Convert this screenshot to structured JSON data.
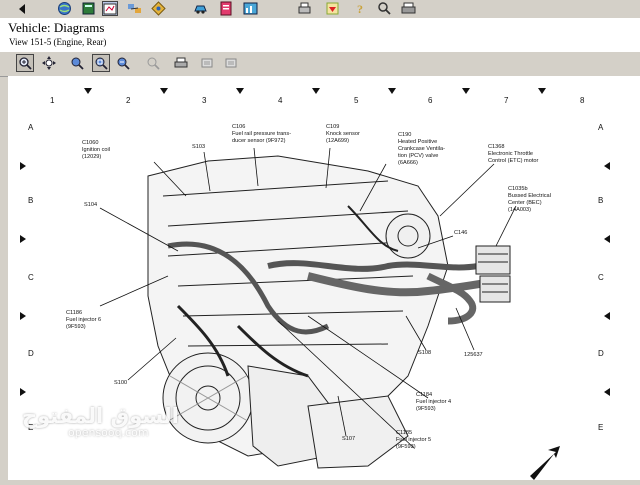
{
  "window": {
    "title": "Vehicle: Diagrams",
    "view_label": "View 151-5 (Engine, Rear)"
  },
  "toolbar_top": {
    "icons": [
      "back-arrow-icon",
      "globe-icon",
      "book-icon",
      "diagram-icon",
      "network-icon",
      "diamond-icon",
      "car-icon",
      "document-icon",
      "print-icon",
      "info-icon",
      "magnifier-icon",
      "printer-icon"
    ]
  },
  "view_toolbar": {
    "icons": [
      "zoom-in-icon",
      "pan-icon",
      "zoom-area-icon",
      "zoom-fit-icon",
      "zoom-out-icon",
      "zoom-disabled-icon",
      "print-icon",
      "copy-icon",
      "copy-alt-icon"
    ]
  },
  "diagram": {
    "grid_columns": [
      "1",
      "2",
      "3",
      "4",
      "5",
      "6",
      "7",
      "8"
    ],
    "grid_rows": [
      "A",
      "B",
      "C",
      "D",
      "E"
    ],
    "callouts": [
      {
        "id": "c1060",
        "lines": [
          "C1060",
          "Ignition coil",
          "(12029)"
        ]
      },
      {
        "id": "s103",
        "lines": [
          "S103"
        ]
      },
      {
        "id": "c106",
        "lines": [
          "C106",
          "Fuel rail pressure trans-",
          "ducer sensor (9F972)"
        ]
      },
      {
        "id": "c109",
        "lines": [
          "C109",
          "Knock sensor",
          "(12A699)"
        ]
      },
      {
        "id": "c190",
        "lines": [
          "C190",
          "Heated Positive",
          "Crankcase Ventila-",
          "tion (PCV) valve",
          "(6A666)"
        ]
      },
      {
        "id": "c1368",
        "lines": [
          "C1368",
          "Electronic Throttle",
          "Control (ETC) motor"
        ]
      },
      {
        "id": "s104",
        "lines": [
          "S104"
        ]
      },
      {
        "id": "c1035b",
        "lines": [
          "C1035b",
          "Bussed Electrical",
          "Center (BEC)",
          "(14A003)"
        ]
      },
      {
        "id": "c146",
        "lines": [
          "C146"
        ]
      },
      {
        "id": "c1186",
        "lines": [
          "C1186",
          "Fuel injector 6",
          "(9F593)"
        ]
      },
      {
        "id": "s108",
        "lines": [
          "S108"
        ]
      },
      {
        "id": "n125637",
        "lines": [
          "125637"
        ]
      },
      {
        "id": "s100",
        "lines": [
          "S100"
        ]
      },
      {
        "id": "c1184",
        "lines": [
          "C1184",
          "Fuel injector 4",
          "(9F593)"
        ]
      },
      {
        "id": "s107",
        "lines": [
          "S107"
        ]
      },
      {
        "id": "c1185",
        "lines": [
          "C1185",
          "Fuel injector 5",
          "(9F593)"
        ]
      }
    ]
  },
  "watermark": {
    "arabic": "السوق المفتوح",
    "latin": "opensooq.com"
  }
}
